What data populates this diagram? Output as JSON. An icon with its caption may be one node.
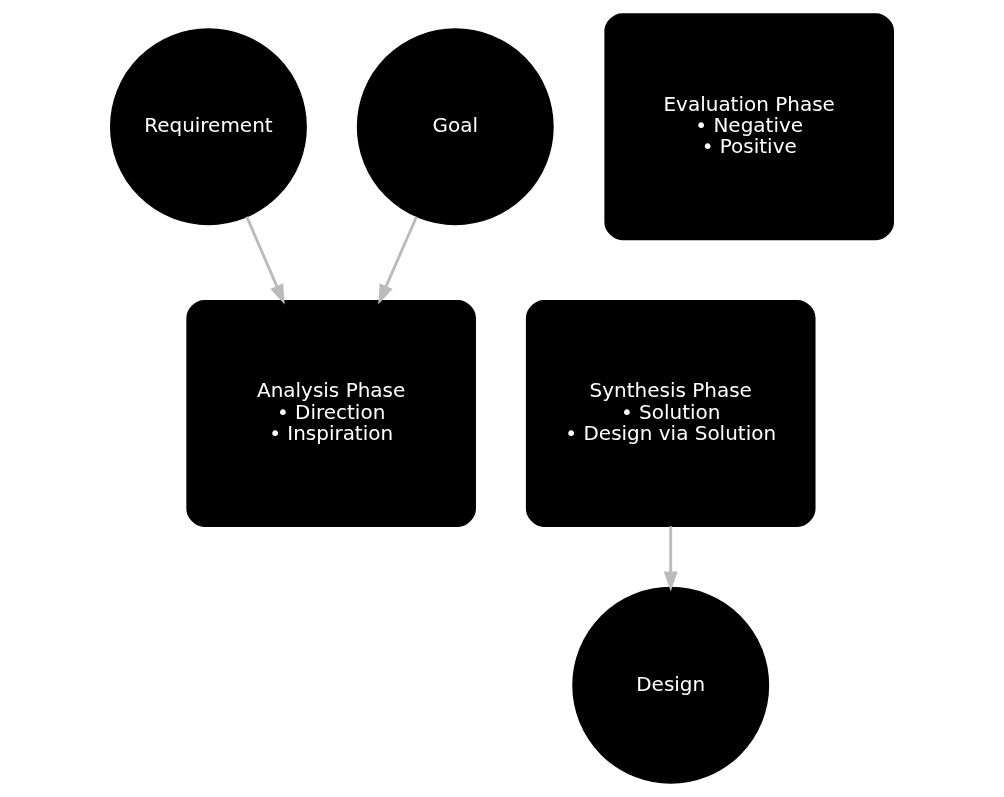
{
  "diagram": {
    "nodes": [
      {
        "text": [
          "Requirement"
        ]
      },
      {
        "text": [
          "Goal"
        ]
      },
      {
        "text": [
          "Design"
        ]
      },
      {
        "text": [
          "Analysis Phase",
          "• Direction",
          "• Inspiration"
        ]
      },
      {
        "text": [
          "Synthesis Phase",
          "• Solution",
          "• Design via Solution"
        ]
      },
      {
        "text": [
          "Evaluation Phase",
          "• Negative",
          "• Positive"
        ]
      }
    ],
    "edges": [
      {
        "from": 1,
        "to": 3,
        "arrow": "to"
      },
      {
        "from": 0,
        "to": 3,
        "arrow": "to"
      },
      {
        "from": 4,
        "to": 2,
        "arrow": "to"
      }
    ]
  }
}
